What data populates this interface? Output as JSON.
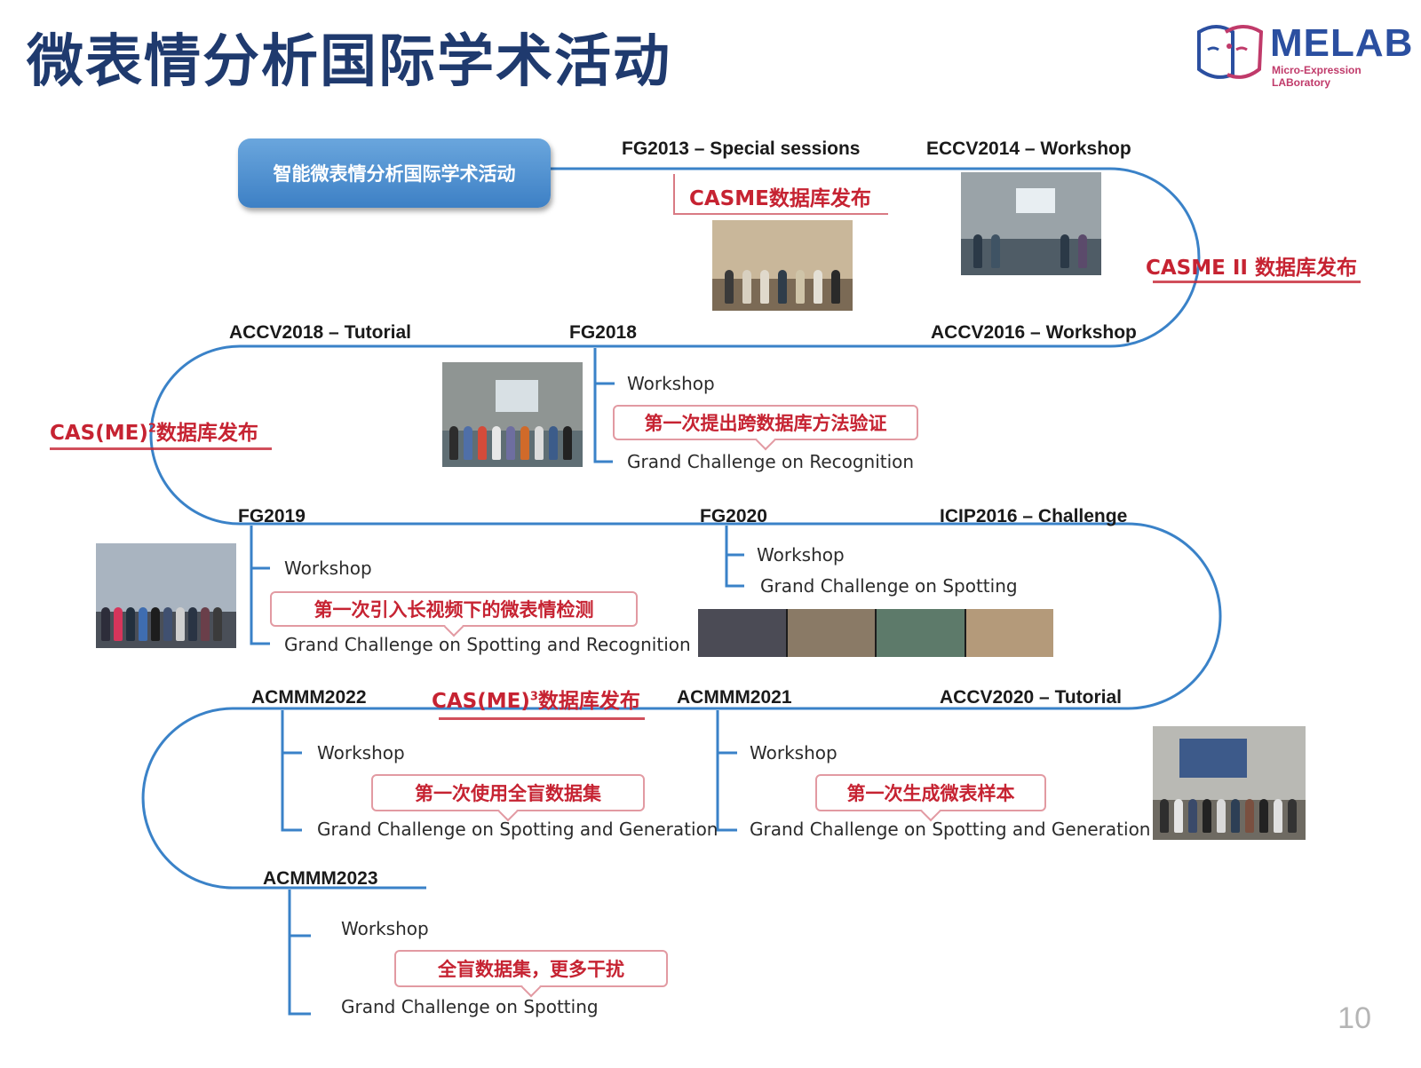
{
  "title": "微表情分析国际学术活动",
  "logo": {
    "name": "MELAB",
    "subtitle": "Micro-Expression LABoratory",
    "icon": "face-profile-logo"
  },
  "start_box": "智能微表情分析国际学术活动",
  "page_number": "10",
  "colors": {
    "timeline": "#3a82c8",
    "title": "#1f3a6e",
    "highlight": "#c62332"
  },
  "events": {
    "fg2013": "FG2013 – Special sessions",
    "eccv2014": "ECCV2014 – Workshop",
    "accv2016": "ACCV2016 – Workshop",
    "fg2018": "FG2018",
    "accv2018": "ACCV2018 – Tutorial",
    "fg2019": "FG2019",
    "fg2020": "FG2020",
    "icip2016": "ICIP2016 – Challenge",
    "acmmm2022": "ACMMM2022",
    "acmmm2021": "ACMMM2021",
    "accv2020": "ACCV2020 – Tutorial",
    "acmmm2023": "ACMMM2023"
  },
  "releases": {
    "casme": "CASME数据库发布",
    "casme2": "CASME II 数据库发布",
    "casme2sq_prefix": "CAS(ME)",
    "casme2sq_sup": "2",
    "casme2sq_suffix": "数据库发布",
    "casme3_prefix": "CAS(ME)",
    "casme3_sup": "3",
    "casme3_suffix": "数据库发布"
  },
  "fg2018_items": {
    "workshop": "Workshop",
    "callout": "第一次提出跨数据库方法验证",
    "challenge": "Grand Challenge on Recognition"
  },
  "fg2019_items": {
    "workshop": "Workshop",
    "callout": "第一次引入长视频下的微表情检测",
    "challenge": "Grand Challenge on Spotting and Recognition"
  },
  "fg2020_items": {
    "workshop": "Workshop",
    "challenge": "Grand Challenge on Spotting"
  },
  "acmmm2022_items": {
    "workshop": "Workshop",
    "callout": "第一次使用全盲数据集",
    "challenge": "Grand Challenge on Spotting and Generation"
  },
  "acmmm2021_items": {
    "workshop": "Workshop",
    "callout": "第一次生成微表样本",
    "challenge": "Grand Challenge on Spotting and Generation"
  },
  "acmmm2023_items": {
    "workshop": "Workshop",
    "callout": "全盲数据集，更多干扰",
    "challenge": "Grand Challenge on Spotting"
  }
}
